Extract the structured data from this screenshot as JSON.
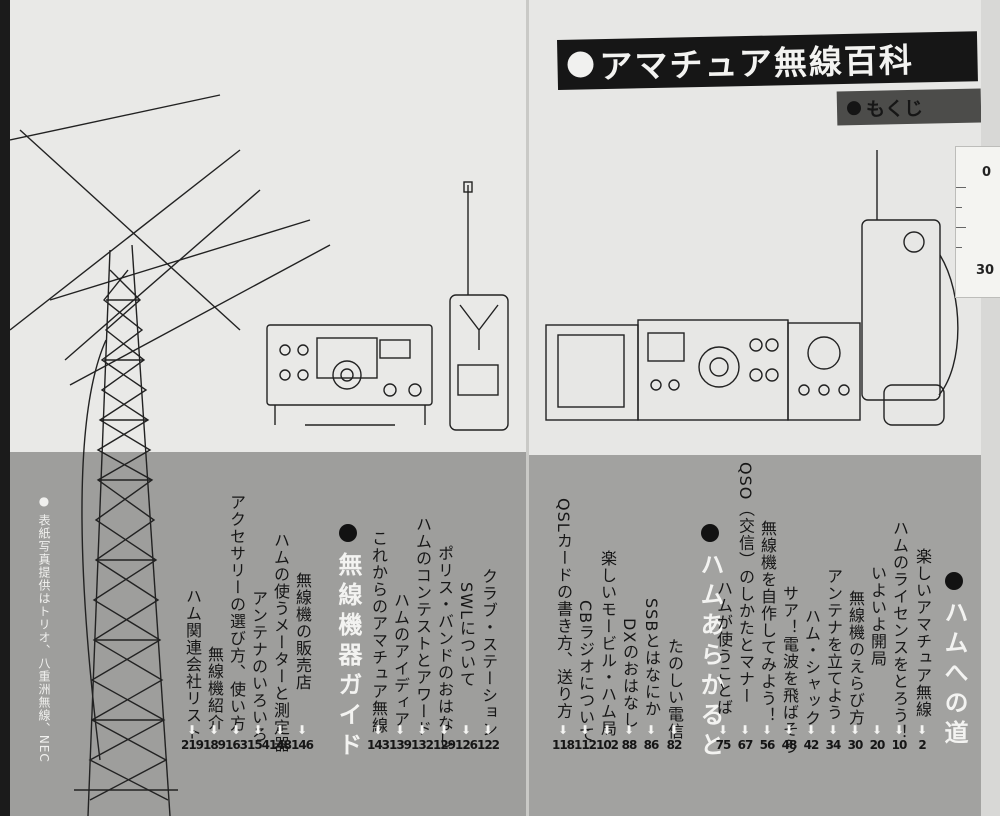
{
  "title": "アマチュア無線百科",
  "subtitle": "もくじ",
  "credit": "表紙写真提供はトリオ、八重洲無線、NEC",
  "ruler": {
    "mark_top": "0",
    "mark_bottom": "30"
  },
  "toc": {
    "ham_heading": "ハムへの道",
    "ham_entries": [
      {
        "title": "楽しいアマチュア無線",
        "page": "2"
      },
      {
        "title": "ハムのライセンスをとろう！",
        "page": "10"
      },
      {
        "title": "いよいよ開局",
        "page": "20"
      },
      {
        "title": "無線機のえらび方",
        "page": "30"
      },
      {
        "title": "アンテナを立てよう",
        "page": "34"
      },
      {
        "title": "ハム・シャック",
        "page": "42"
      },
      {
        "title": "サア！電波を飛ばそう",
        "page": "48"
      },
      {
        "title": "無線機を自作してみよう！",
        "page": "56"
      },
      {
        "title": "QSO（交信）のしかたとマナー",
        "page": "67"
      },
      {
        "title": "ハムが使うことば",
        "page": "75"
      }
    ],
    "arukaruto_heading": "ハムあらかると",
    "arukaruto_entries": [
      {
        "title": "たのしい電信",
        "page": "82"
      },
      {
        "title": "SSBとはなにか",
        "page": "86"
      },
      {
        "title": "DXのおはなし",
        "page": "88"
      },
      {
        "title": "楽しいモービル・ハム局",
        "page": "102"
      },
      {
        "title": "CBラジオについて",
        "page": "112"
      },
      {
        "title": "QSLカードの書き方、送り方",
        "page": "118"
      },
      {
        "title": "クラブ・ステーション",
        "page": "122"
      },
      {
        "title": "SWLについて",
        "page": "126"
      },
      {
        "title": "ポリス・バンドのおはなし",
        "page": "129"
      },
      {
        "title": "ハムのコンテストとアワード",
        "page": "132"
      },
      {
        "title": "ハムのアイディア",
        "page": "139"
      },
      {
        "title": "これからのアマチュア無線",
        "page": "143"
      }
    ],
    "guide_heading": "無線機器ガイド",
    "guide_entries": [
      {
        "title": "無線機の販売店",
        "page": "146"
      },
      {
        "title": "ハムの使うメーターと測定器",
        "page": "148"
      },
      {
        "title": "アンテナのいろいろ",
        "page": "154"
      },
      {
        "title": "アクセサリーの選び方、使い方",
        "page": "163"
      },
      {
        "title": "無線機紹介",
        "page": "189"
      },
      {
        "title": "ハム関連会社リスト",
        "page": "219"
      }
    ]
  },
  "arrow_glyph": "⬇"
}
